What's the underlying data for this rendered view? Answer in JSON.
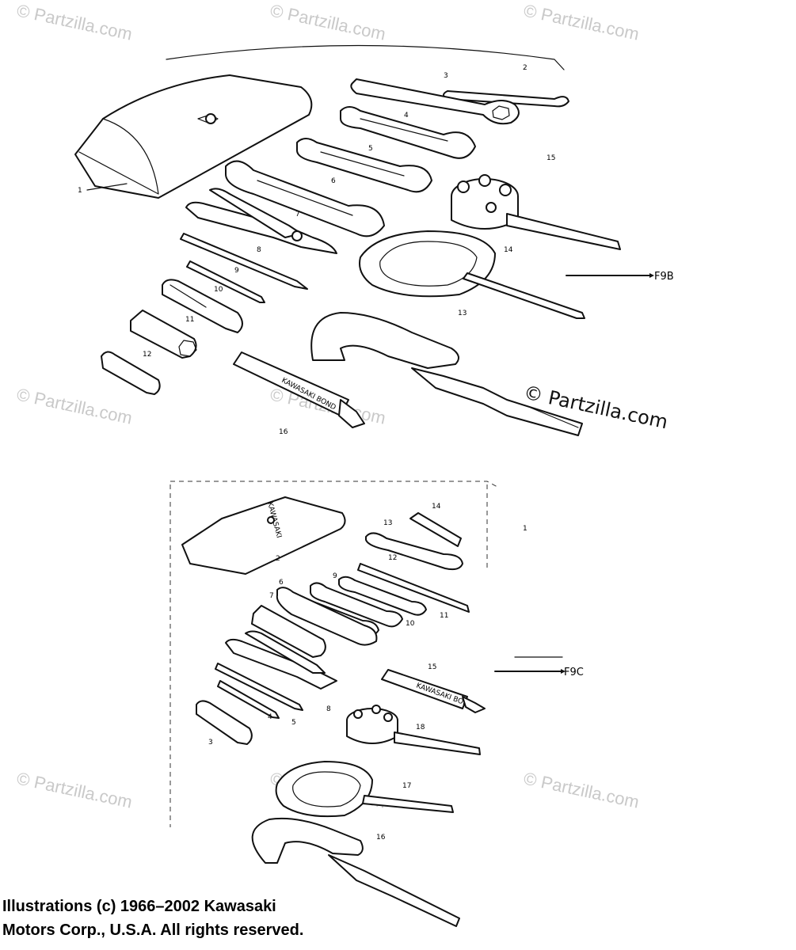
{
  "watermark": {
    "text": "© Partzilla.com",
    "prominent_text": "© Partzilla.com"
  },
  "figures": {
    "upper": {
      "ref": "F9B",
      "pouch_label": "KAWASAKI BOND",
      "parts": [
        "1",
        "2",
        "3",
        "4",
        "5",
        "6",
        "7",
        "8",
        "9",
        "10",
        "11",
        "12",
        "13",
        "14",
        "15",
        "16"
      ]
    },
    "lower": {
      "ref": "F9C",
      "pouch_label": "KAWASAKI",
      "bond_label": "KAWASAKI BOND",
      "parts": [
        "1",
        "2",
        "3",
        "4",
        "5",
        "6",
        "7",
        "8",
        "9",
        "10",
        "11",
        "12",
        "13",
        "14",
        "15",
        "16",
        "17",
        "18"
      ]
    }
  },
  "copyright": {
    "line1": "Illustrations (c) 1966–2002 Kawasaki",
    "line2": "Motors Corp., U.S.A.  All rights reserved."
  }
}
